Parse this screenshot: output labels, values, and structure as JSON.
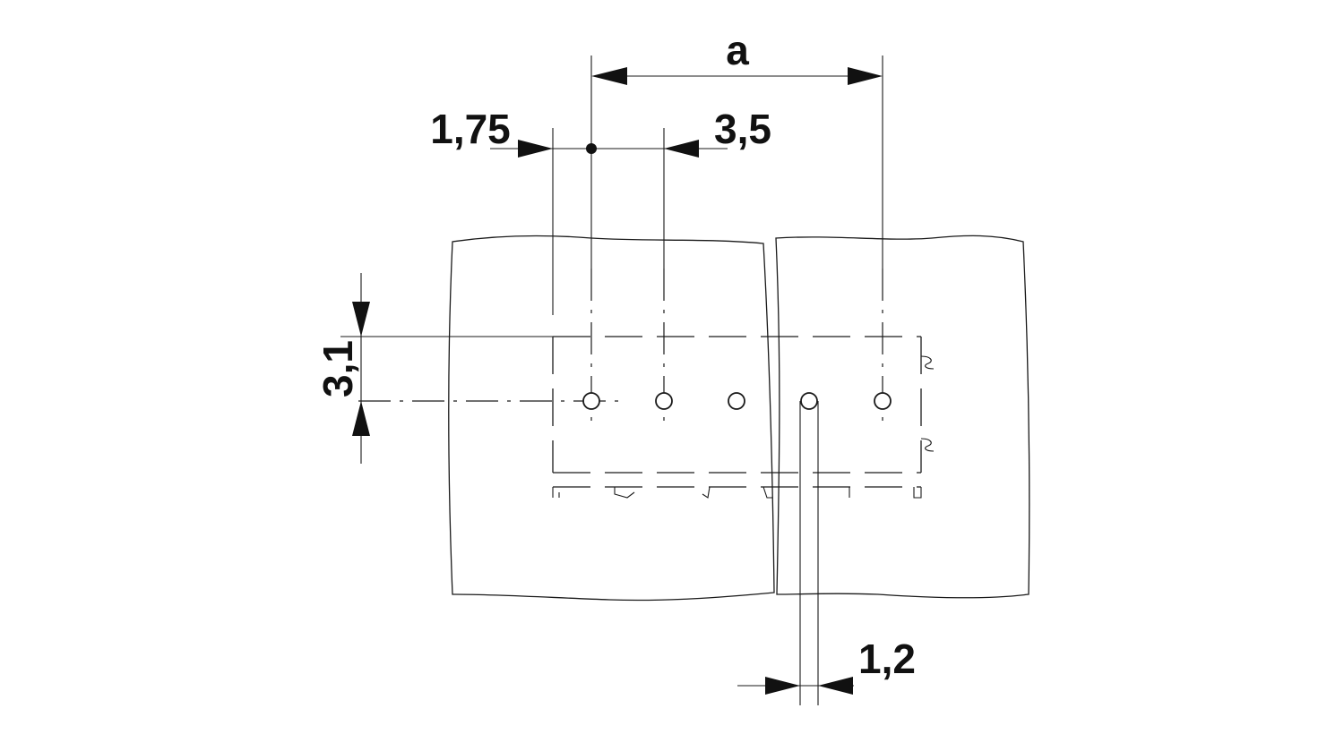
{
  "dimensions": {
    "a": "a",
    "offset_first_pin": "1,75",
    "pitch": "3,5",
    "row_offset": "3,1",
    "hole_diameter": "1,2"
  },
  "holes_count": 5
}
